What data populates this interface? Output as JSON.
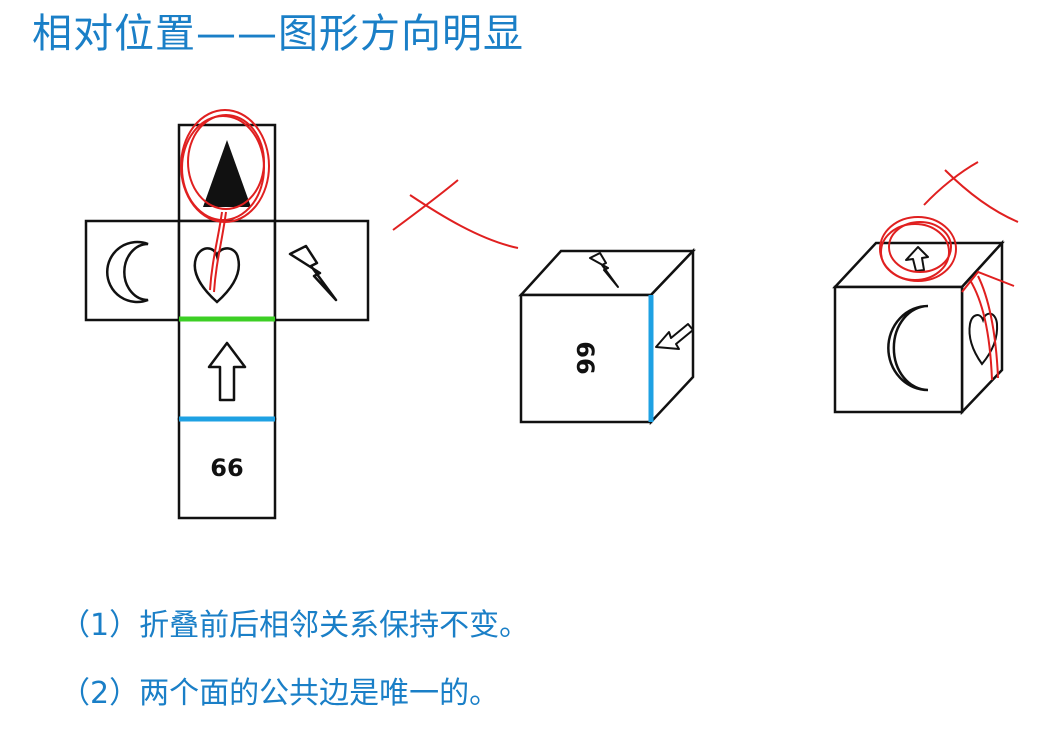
{
  "title": "相对位置——图形方向明显",
  "net": {
    "faces": {
      "top": "triangle",
      "left": "crescent-moon",
      "center": "heart",
      "right": "lightning-bolt",
      "middle_lower": "up-arrow",
      "bottom": "66"
    },
    "highlight_edges": {
      "green": "#3ccf25",
      "blue": "#1ea1e3"
    }
  },
  "cube_a": {
    "front_text": "66",
    "verdict_mark": "×"
  },
  "cube_b": {
    "verdict_mark": "×"
  },
  "rules": [
    "（1）折叠前后相邻关系保持不变。",
    "（2）两个面的公共边是唯一的。"
  ],
  "colors": {
    "title": "#1a7fc7",
    "rules": "#1a7fc7",
    "annotation": "#e02020",
    "outline": "#111111"
  }
}
